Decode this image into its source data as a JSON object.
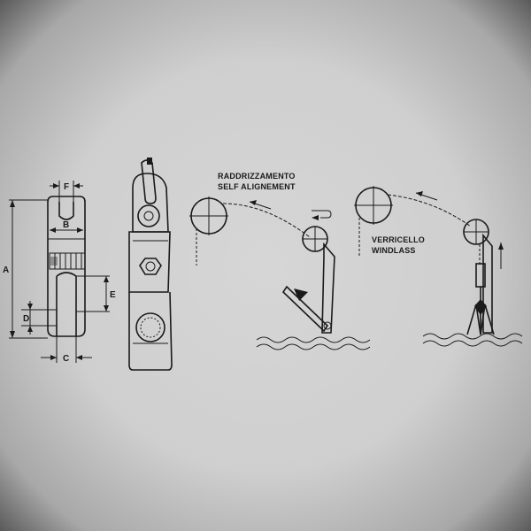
{
  "diagram": {
    "dimension_labels": {
      "a": "A",
      "b": "B",
      "c": "C",
      "d": "D",
      "e": "E",
      "f": "F"
    },
    "captions": {
      "self_alignment_it": "RADDRIZZAMENTO",
      "self_alignment_en": "SELF ALIGNEMENT",
      "windlass_it": "VERRICELLO",
      "windlass_en": "WINDLASS"
    }
  }
}
